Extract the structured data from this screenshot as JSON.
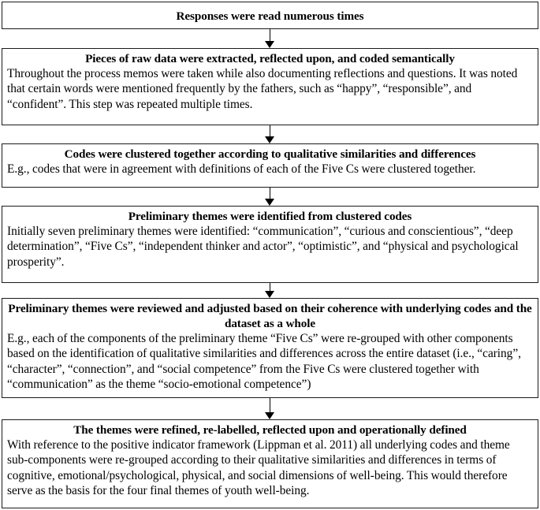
{
  "figure": {
    "type": "vertical-flowchart",
    "orientation": "top-to-bottom",
    "step_count": 6,
    "connector_count": 5,
    "colors": {
      "box_border": "#1a1a1a",
      "box_fill": "#ffffff",
      "text": "#000000",
      "arrow": "#000000"
    }
  },
  "steps": [
    {
      "id": "step-1",
      "heading": "Responses were read numerous times",
      "body": ""
    },
    {
      "id": "step-2",
      "heading": "Pieces of raw data were extracted, reflected upon, and coded semantically",
      "body": "Throughout the process memos were taken while also documenting reflections and questions. It was noted that certain words were mentioned frequently by the fathers, such as “happy”, “responsible”, and “confident”. This step was repeated multiple times."
    },
    {
      "id": "step-3",
      "heading": "Codes were clustered together according to qualitative similarities and differences",
      "body": "E.g., codes that were in agreement with definitions of each of the Five Cs were clustered together."
    },
    {
      "id": "step-4",
      "heading": "Preliminary themes were identified from clustered codes",
      "body": "Initially seven preliminary themes were identified: “communication”, “curious and conscientious”, “deep determination”, “Five Cs”, “independent thinker and actor”, “optimistic”, and “physical and psychological prosperity”."
    },
    {
      "id": "step-5",
      "heading": "Preliminary themes were reviewed and adjusted based on their coherence with underlying codes and the dataset as a whole",
      "body": "E.g., each of the components of the preliminary theme “Five Cs” were re-grouped with other components based on the identification of qualitative similarities and differences across the entire dataset (i.e., “caring”, “character”, “connection”, and “social competence” from the Five Cs were clustered together with “communication” as the theme “socio-emotional competence”)"
    },
    {
      "id": "step-6",
      "heading": "The themes were refined, re-labelled, reflected upon and operationally defined",
      "body": "With reference to the positive indicator framework (Lippman et al. 2011) all underlying codes and theme sub-components were re-grouped according to their qualitative similarities and differences in terms of cognitive, emotional/psychological, physical, and social dimensions of well-being. This would therefore serve as the basis for the four final themes of youth well-being."
    }
  ],
  "connectors": [
    {
      "id": "connector-1",
      "from": "step-1",
      "to": "step-2",
      "glyph": "down-arrow"
    },
    {
      "id": "connector-2",
      "from": "step-2",
      "to": "step-3",
      "glyph": "down-arrow"
    },
    {
      "id": "connector-3",
      "from": "step-3",
      "to": "step-4",
      "glyph": "down-arrow"
    },
    {
      "id": "connector-4",
      "from": "step-4",
      "to": "step-5",
      "glyph": "down-arrow"
    },
    {
      "id": "connector-5",
      "from": "step-5",
      "to": "step-6",
      "glyph": "down-arrow"
    }
  ]
}
